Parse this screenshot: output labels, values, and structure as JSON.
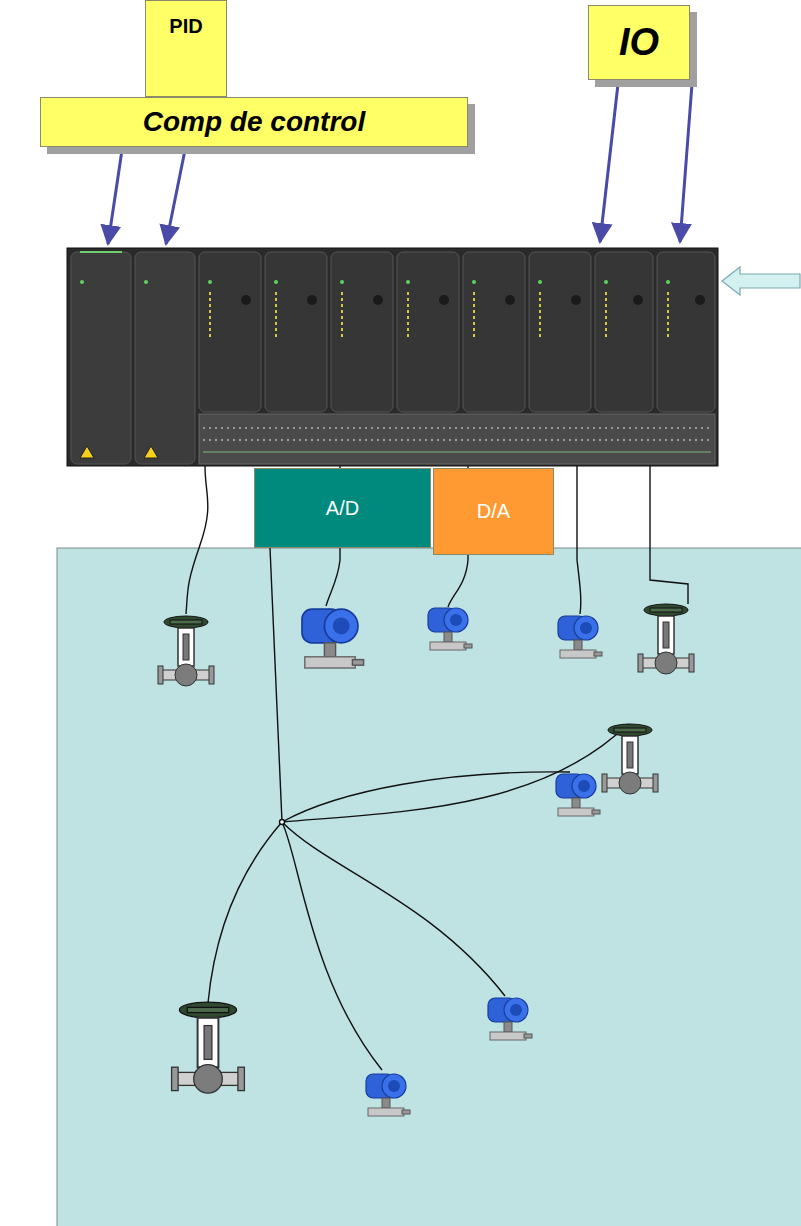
{
  "diagram": {
    "nodes": [
      {
        "text": [
          "PID"
        ]
      },
      {
        "text": [
          "Comp de control"
        ]
      },
      {
        "text": [
          "IO"
        ]
      },
      {
        "text": [
          "A/D"
        ]
      },
      {
        "text": [
          "D/A"
        ]
      }
    ]
  }
}
